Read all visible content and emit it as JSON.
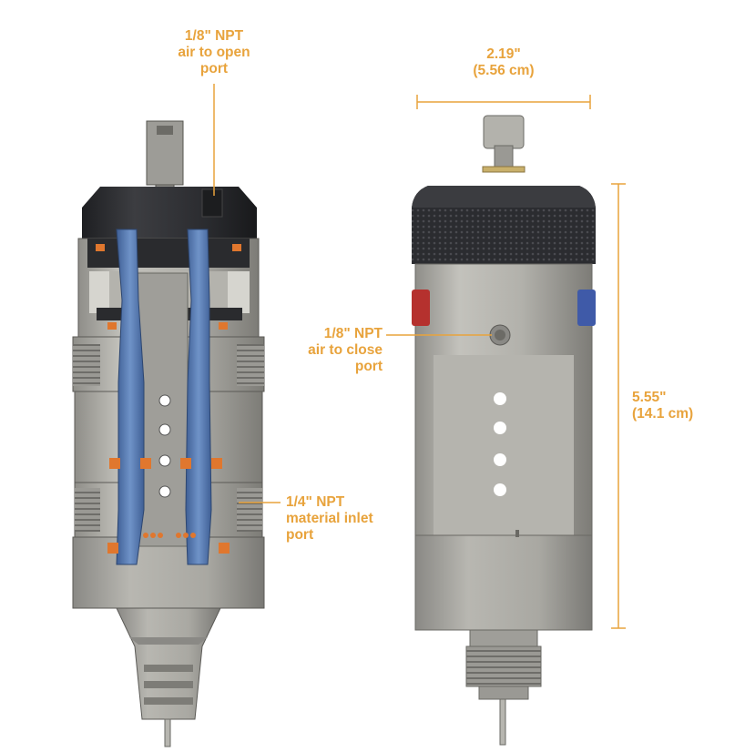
{
  "colors": {
    "accent": "#e8a33c",
    "body_metal": "#a9a8a2",
    "cap_black": "#2a2b2e",
    "piston_blue": "#5b7fb4",
    "seal_orange": "#e0772e"
  },
  "callouts": {
    "air_open": {
      "line1": "1/8\" NPT",
      "line2": "air to open",
      "line3": "port"
    },
    "air_close": {
      "line1": "1/8\" NPT",
      "line2": "air to close",
      "line3": "port"
    },
    "material_inlet": {
      "line1": "1/4\" NPT",
      "line2": "material inlet",
      "line3": "port"
    }
  },
  "dimensions": {
    "width": {
      "imperial": "2.19\"",
      "metric": "(5.56 cm)"
    },
    "height": {
      "imperial": "5.55\"",
      "metric": "(14.1 cm)"
    }
  }
}
